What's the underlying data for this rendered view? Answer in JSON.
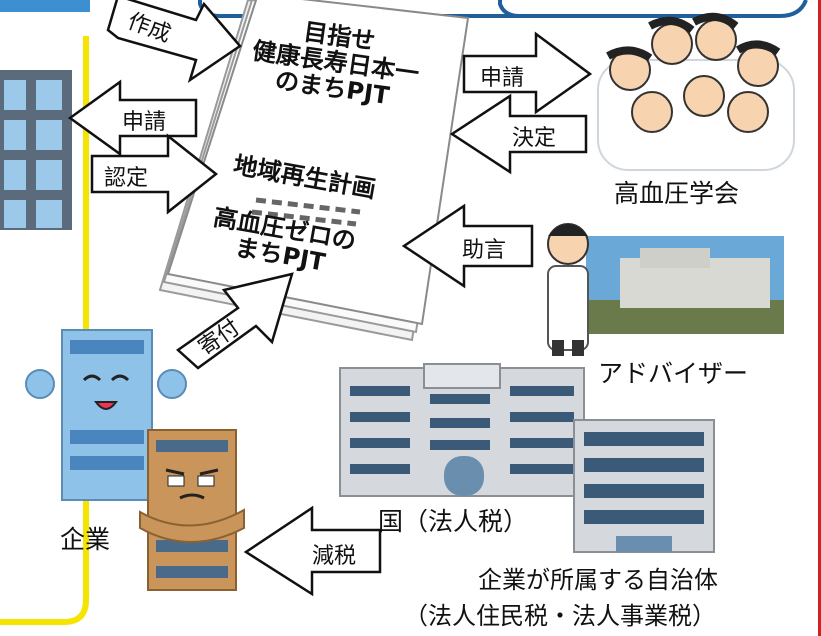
{
  "diagram": {
    "document": {
      "project1": [
        "目指せ",
        "健康長寿日本一",
        "のまちPJT"
      ],
      "plan": "地域再生計画",
      "project2": [
        "高血圧ゼロの",
        "まちPJT"
      ]
    },
    "arrows": {
      "create": "作成",
      "apply_left": "申請",
      "certify": "認定",
      "apply_right": "申請",
      "decide": "決定",
      "advise": "助言",
      "donate": "寄付",
      "tax_cut": "減税"
    },
    "actors": {
      "society": "高血圧学会",
      "advisor": "アドバイザー",
      "company": "企業",
      "national": "国（法人税）",
      "municipality_line1": "企業が所属する自治体",
      "municipality_line2": "（法人住民税・法人事業税）"
    }
  },
  "colors": {
    "border_blue": "#1f5f9e",
    "yellow_line": "#f5e400",
    "red_edge": "#d32020",
    "building_blue": "#8ec2e8",
    "building_brown": "#c9955a",
    "gov_gray": "#d5d9de"
  }
}
